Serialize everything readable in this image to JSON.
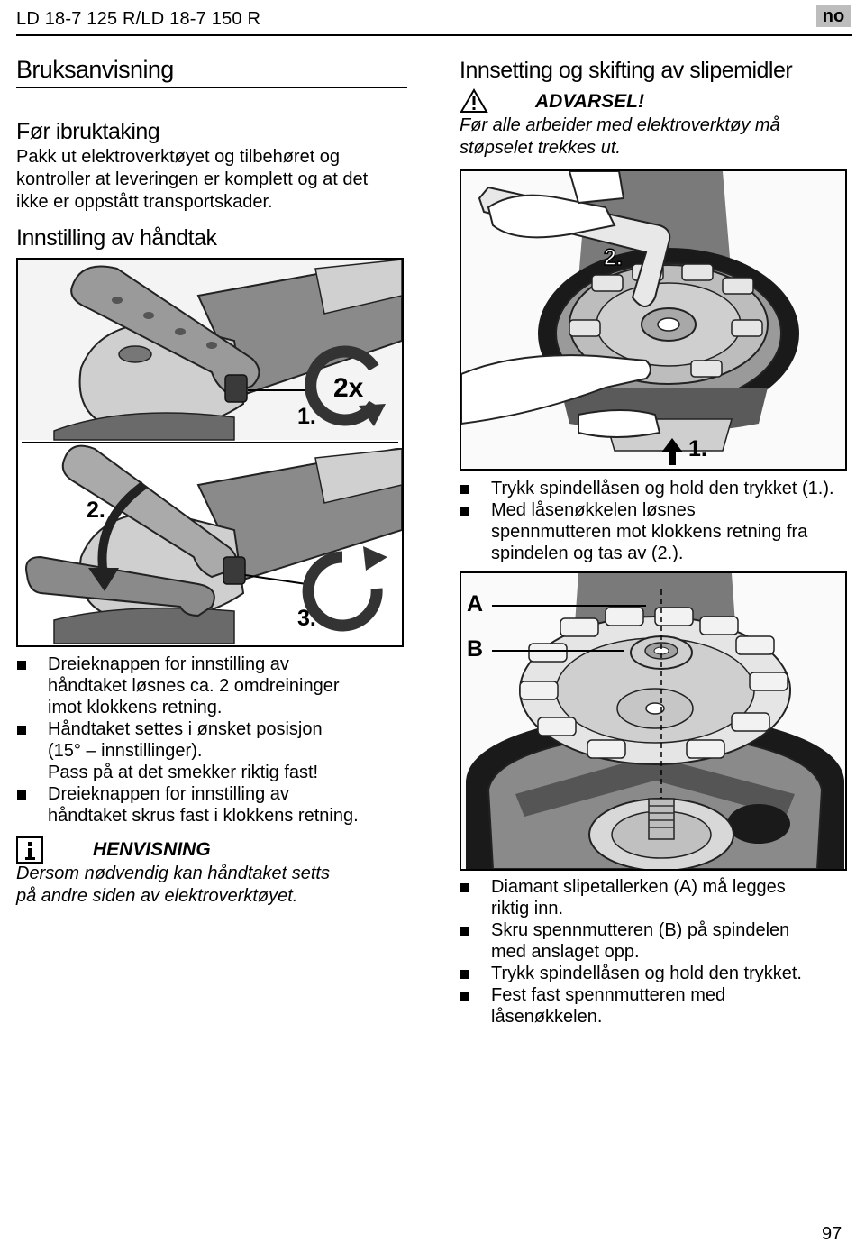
{
  "header": {
    "title": "LD 18-7 125 R/LD 18-7 150 R",
    "language": "no"
  },
  "left": {
    "title": "Bruksanvisning",
    "section1": {
      "heading": "Før ibruktaking",
      "lines": [
        "Pakk ut elektroverktøyet og tilbehøret og",
        "kontroller at leveringen er komplett og at det",
        "ikke er oppstått transportskader."
      ]
    },
    "section2": {
      "heading": "Innstilling av håndtak"
    },
    "figure1": {
      "labels": {
        "step1": "1.",
        "step2": "2.",
        "step3": "3.",
        "times": "2x"
      }
    },
    "bullets": [
      {
        "lines": [
          "Dreieknappen for innstilling av",
          "håndtaket løsnes ca. 2 omdreininger",
          "imot klokkens retning."
        ]
      },
      {
        "lines": [
          "Håndtaket settes i ønsket posisjon",
          "(15° – innstillinger).",
          "Pass på at det smekker riktig fast!"
        ]
      },
      {
        "lines": [
          "Dreieknappen for innstilling av",
          "håndtaket skrus fast i klokkens retning."
        ]
      }
    ],
    "note": {
      "icon": "info-icon",
      "title": "HENVISNING",
      "lines": [
        "Dersom nødvendig kan håndtaket setts",
        "på andre siden av elektroverktøyet."
      ]
    }
  },
  "right": {
    "heading": "Innsetting og skifting av slipemidler",
    "warning": {
      "icon": "warning-triangle-icon",
      "title": "ADVARSEL!",
      "lines": [
        "Før alle arbeider med elektroverktøy må",
        "støpselet trekkes ut."
      ]
    },
    "figure2": {
      "labels": {
        "step1": "1.",
        "step2": "2."
      }
    },
    "bullets1": [
      {
        "lines": [
          "Trykk spindellåsen og hold den trykket (1.)."
        ]
      },
      {
        "lines": [
          "Med låsenøkkelen løsnes",
          "spennmutteren mot klokkens retning fra",
          "spindelen og tas av (2.)."
        ]
      }
    ],
    "figure3": {
      "labels": {
        "a": "A",
        "b": "B"
      }
    },
    "bullets2": [
      {
        "lines": [
          "Diamant slipetallerken (A) må legges",
          "riktig inn."
        ]
      },
      {
        "lines": [
          "Skru spennmutteren (B) på spindelen",
          "med anslaget opp."
        ]
      },
      {
        "lines": [
          "Trykk spindellåsen og hold den trykket."
        ]
      },
      {
        "lines": [
          "Fest fast spennmutteren med",
          "låsenøkkelen."
        ]
      }
    ]
  },
  "footer": {
    "page": "97"
  }
}
